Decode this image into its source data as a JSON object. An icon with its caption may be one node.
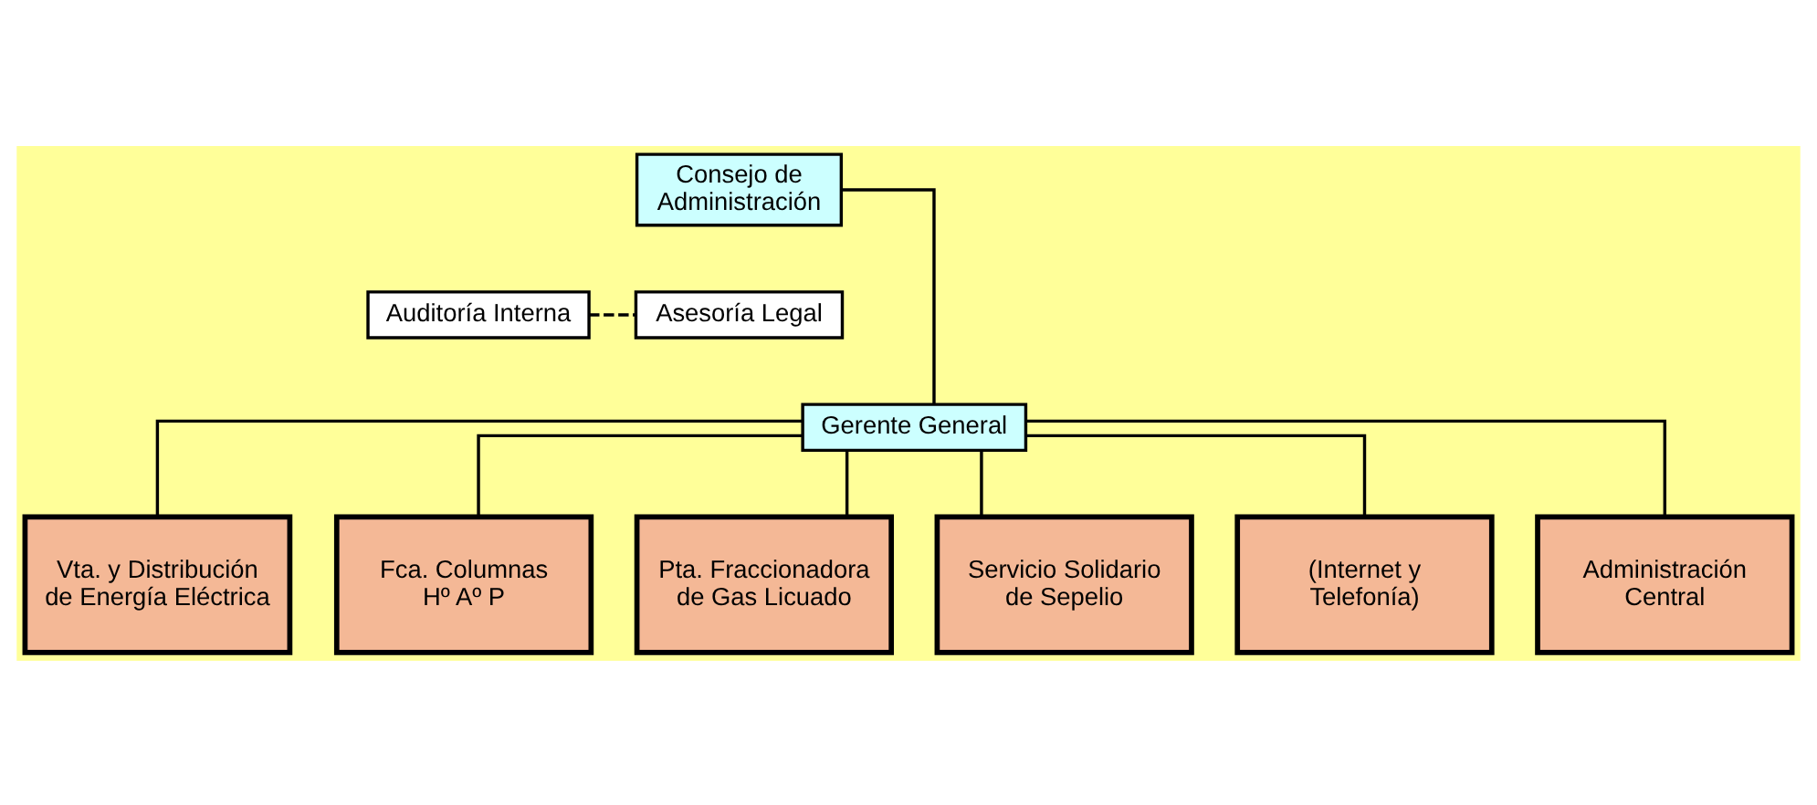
{
  "diagram": {
    "nodes": [
      {
        "text": [
          "Consejo de Administración"
        ]
      },
      {
        "text": [
          "Auditoría Interna"
        ]
      },
      {
        "text": [
          "Asesoría Legal"
        ]
      },
      {
        "text": [
          "Gerente General"
        ]
      },
      {
        "text": [
          "Vta. y Distribución de Energía Eléctrica"
        ]
      },
      {
        "text": [
          "Fca. Columnas Hº Aº P"
        ]
      },
      {
        "text": [
          "Pta. Fraccionadora de Gas Licuado"
        ]
      },
      {
        "text": [
          "Servicio Solidario de Sepelio"
        ]
      },
      {
        "text": [
          "(Internet y Telefonía)"
        ]
      },
      {
        "text": [
          "Administración Central"
        ]
      }
    ],
    "edges": [
      {
        "from": 0,
        "to": 3,
        "arrow": "none"
      },
      {
        "from": 1,
        "to": 2,
        "arrow": "none",
        "style": "dashed"
      },
      {
        "from": 3,
        "to": 4,
        "arrow": "none"
      },
      {
        "from": 3,
        "to": 5,
        "arrow": "none"
      },
      {
        "from": 3,
        "to": 6,
        "arrow": "none"
      },
      {
        "from": 3,
        "to": 7,
        "arrow": "none"
      },
      {
        "from": 3,
        "to": 8,
        "arrow": "none"
      },
      {
        "from": 3,
        "to": 9,
        "arrow": "none"
      }
    ]
  }
}
